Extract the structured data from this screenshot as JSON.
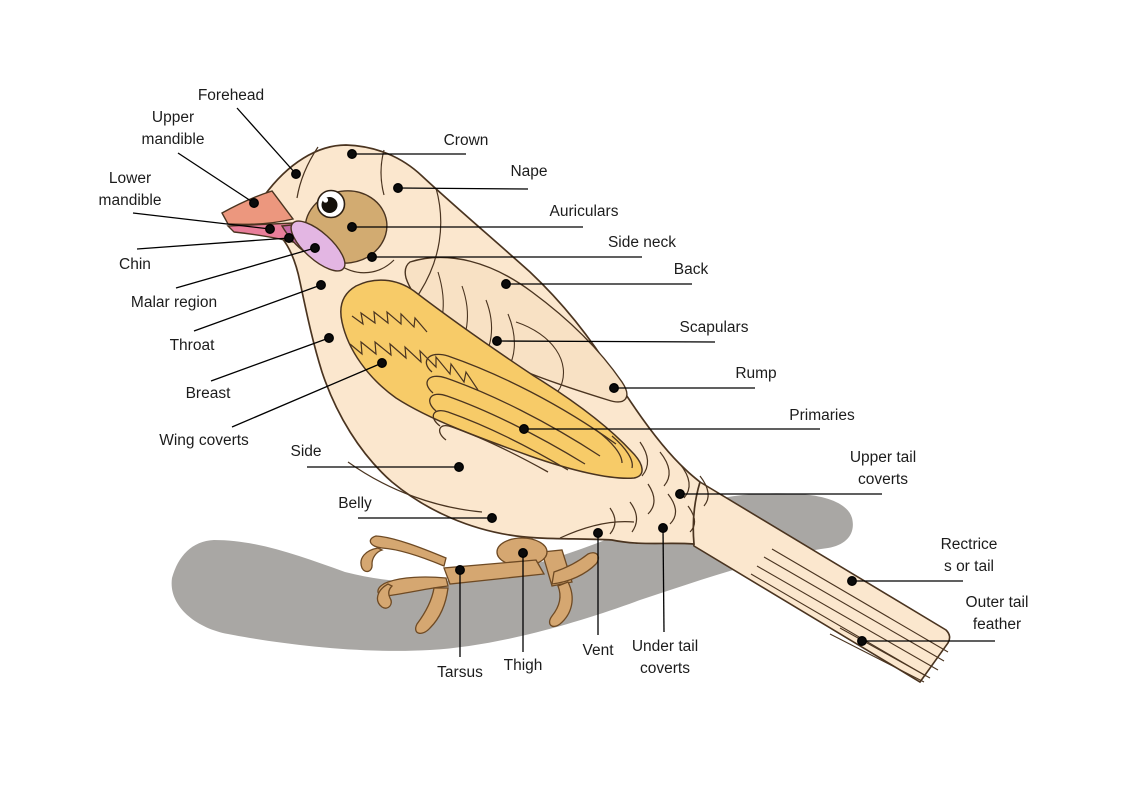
{
  "diagram": {
    "kind": "labeled bird anatomy illustration"
  },
  "colors": {
    "background": "#ffffff",
    "body": "#fbe7ce",
    "scapular_area": "#f8e1c4",
    "wing_yellow": "#f7cb68",
    "auriculars_tan": "#d2ab71",
    "upper_mandible": "#ec977e",
    "lower_mandible": "#e87e9a",
    "chin_patch": "#c56aa6",
    "malar_patch": "#e3b6e3",
    "legs_tan": "#d5a771",
    "branch_gray": "#a9a7a4",
    "outline_brown": "#4a3420",
    "leader_line": "#000000",
    "label_text": "#1c1c1c"
  },
  "labels": [
    {
      "id": "forehead",
      "lines": [
        "Forehead"
      ]
    },
    {
      "id": "upper-mandible",
      "lines": [
        "Upper",
        "mandible"
      ]
    },
    {
      "id": "lower-mandible",
      "lines": [
        "Lower",
        "mandible"
      ]
    },
    {
      "id": "chin",
      "lines": [
        "Chin"
      ]
    },
    {
      "id": "malar-region",
      "lines": [
        "Malar region"
      ]
    },
    {
      "id": "throat",
      "lines": [
        "Throat"
      ]
    },
    {
      "id": "breast",
      "lines": [
        "Breast"
      ]
    },
    {
      "id": "wing-coverts",
      "lines": [
        "Wing coverts"
      ]
    },
    {
      "id": "side",
      "lines": [
        "Side"
      ]
    },
    {
      "id": "belly",
      "lines": [
        "Belly"
      ]
    },
    {
      "id": "crown",
      "lines": [
        "Crown"
      ]
    },
    {
      "id": "nape",
      "lines": [
        "Nape"
      ]
    },
    {
      "id": "auriculars",
      "lines": [
        "Auriculars"
      ]
    },
    {
      "id": "side-neck",
      "lines": [
        "Side neck"
      ]
    },
    {
      "id": "back",
      "lines": [
        "Back"
      ]
    },
    {
      "id": "scapulars",
      "lines": [
        "Scapulars"
      ]
    },
    {
      "id": "rump",
      "lines": [
        "Rump"
      ]
    },
    {
      "id": "primaries",
      "lines": [
        "Primaries"
      ]
    },
    {
      "id": "upper-tail-coverts",
      "lines": [
        "Upper tail",
        "coverts"
      ]
    },
    {
      "id": "rectrices-or-tail",
      "lines": [
        "Rectrice",
        "s or tail"
      ]
    },
    {
      "id": "outer-tail-feather",
      "lines": [
        "Outer tail",
        "feather"
      ]
    },
    {
      "id": "tarsus",
      "lines": [
        "Tarsus"
      ]
    },
    {
      "id": "thigh",
      "lines": [
        "Thigh"
      ]
    },
    {
      "id": "vent",
      "lines": [
        "Vent"
      ]
    },
    {
      "id": "under-tail-coverts",
      "lines": [
        "Under tail",
        "coverts"
      ]
    }
  ]
}
